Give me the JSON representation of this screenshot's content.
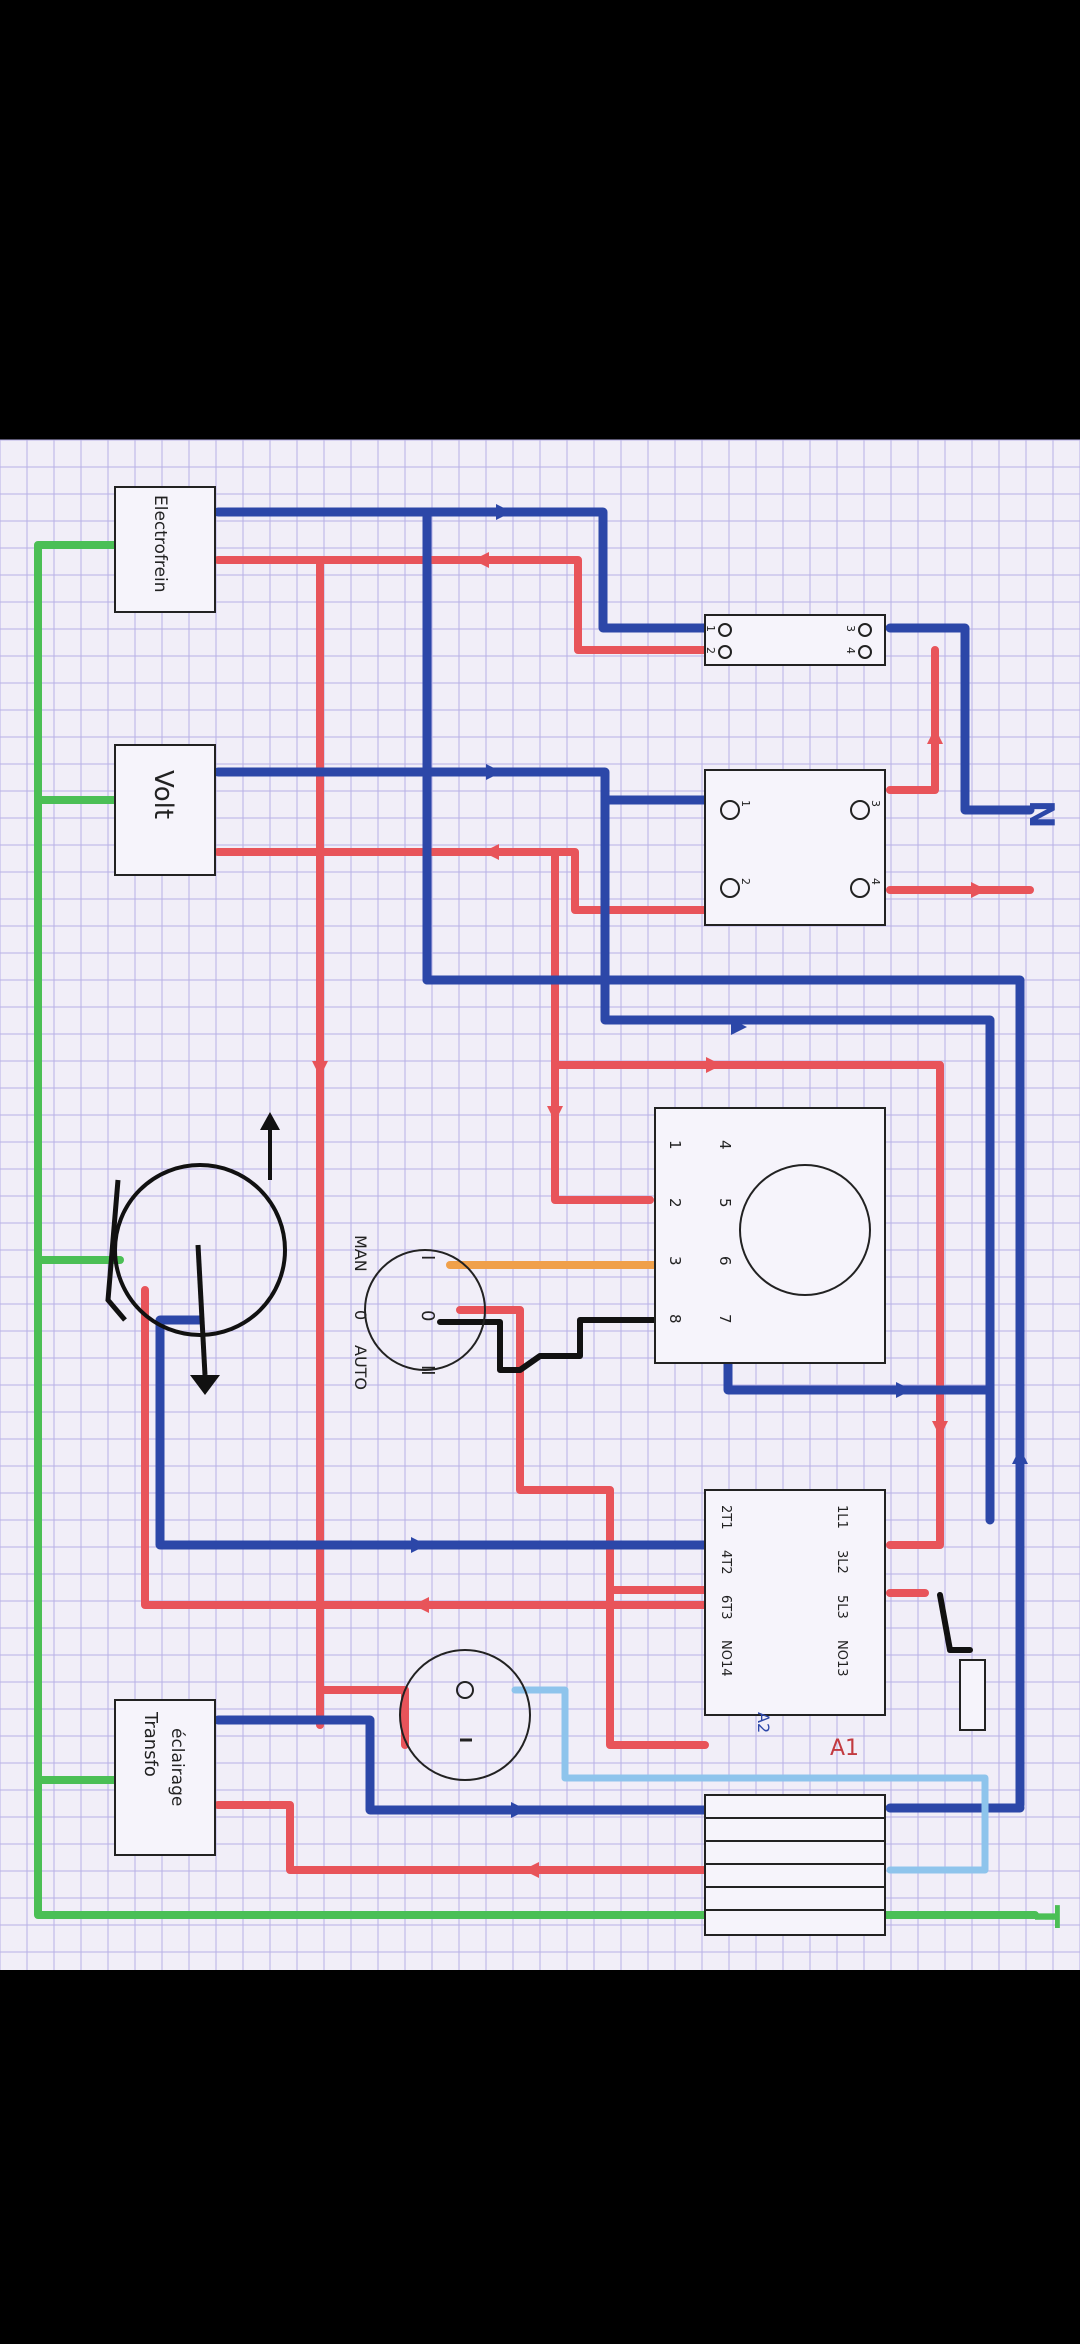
{
  "colors": {
    "background": "#000000",
    "paper": "#f1eef8",
    "grid": "#b7b0e6",
    "phase": "#e8545a",
    "neutral": "#2c47a8",
    "earth": "#4bbf55",
    "orange": "#f0a04a",
    "light_blue": "#8ec4ec",
    "black": "#111111"
  },
  "labels": {
    "electrofrein": "Electrofrein",
    "volt": "Volt",
    "transfo": "Transfo",
    "eclairage": "éclairage",
    "man": "MAN",
    "zero": "0",
    "auto": "AUTO",
    "neutral": "N",
    "earth": "T",
    "a1": "A1",
    "a2": "A2"
  },
  "switch_a": {
    "terminals": [
      "1",
      "2",
      "3",
      "4"
    ]
  },
  "switch_b": {
    "terminals": [
      "1",
      "2",
      "3",
      "4"
    ]
  },
  "relay": {
    "terminals_top": [
      "1",
      "2",
      "3",
      "8"
    ],
    "terminals_bottom": [
      "4",
      "5",
      "6",
      "7"
    ]
  },
  "contactor": {
    "terminals_left": [
      "2T1",
      "4T2",
      "6T3",
      "NO14"
    ],
    "terminals_right": [
      "1L1",
      "3L2",
      "5L3",
      "NO13"
    ]
  },
  "selector": {
    "positions": [
      "I",
      "0",
      "II"
    ]
  }
}
